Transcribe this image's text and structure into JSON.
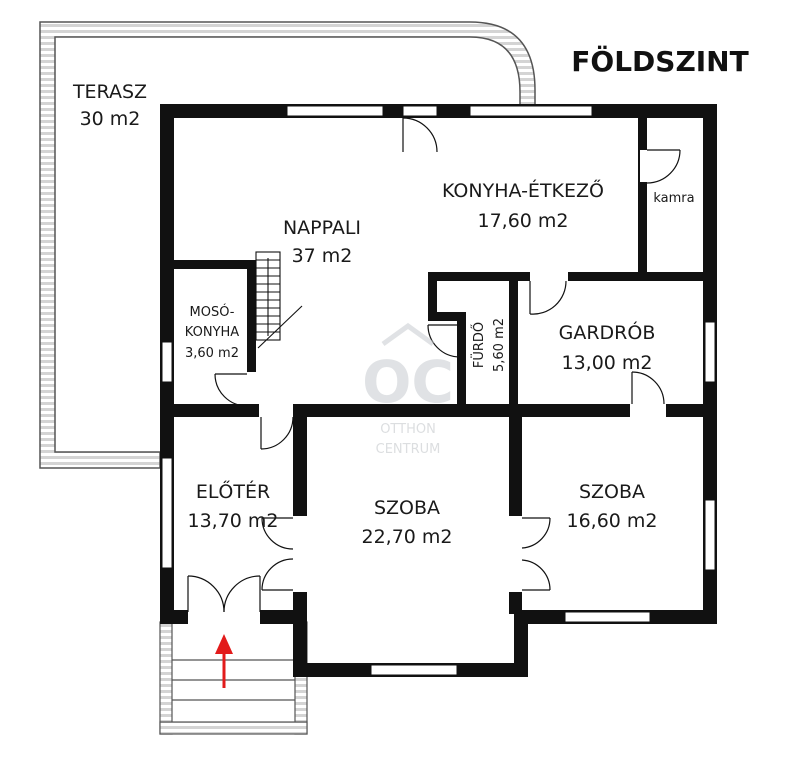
{
  "title": "FÖLDSZINT",
  "rooms": {
    "terasz": {
      "name": "TERASZ",
      "area": "30 m2"
    },
    "nappali": {
      "name": "NAPPALI",
      "area": "37 m2"
    },
    "konyha": {
      "name": "KONYHA-ÉTKEZŐ",
      "area": "17,60 m2"
    },
    "kamra": {
      "name": "kamra"
    },
    "moso": {
      "name1": "MOSÓ-",
      "name2": "KONYHA",
      "area": "3,60 m2"
    },
    "furdo": {
      "name": "FÜRDŐ",
      "area": "5,60 m2"
    },
    "gardrob": {
      "name": "GARDRÓB",
      "area": "13,00  m2"
    },
    "eloter": {
      "name": "ELŐTÉR",
      "area": "13,70 m2"
    },
    "szoba1": {
      "name": "SZOBA",
      "area": "22,70 m2"
    },
    "szoba2": {
      "name": "SZOBA",
      "area": "16,60 m2"
    }
  },
  "watermark": {
    "logo": "OC",
    "line1": "OTTHON",
    "line2": "CENTRUM"
  },
  "colors": {
    "wall": "#111111",
    "terrace": "#d9d9d9",
    "arrow": "#e21b1b",
    "watermark": "#c8ccd0"
  }
}
